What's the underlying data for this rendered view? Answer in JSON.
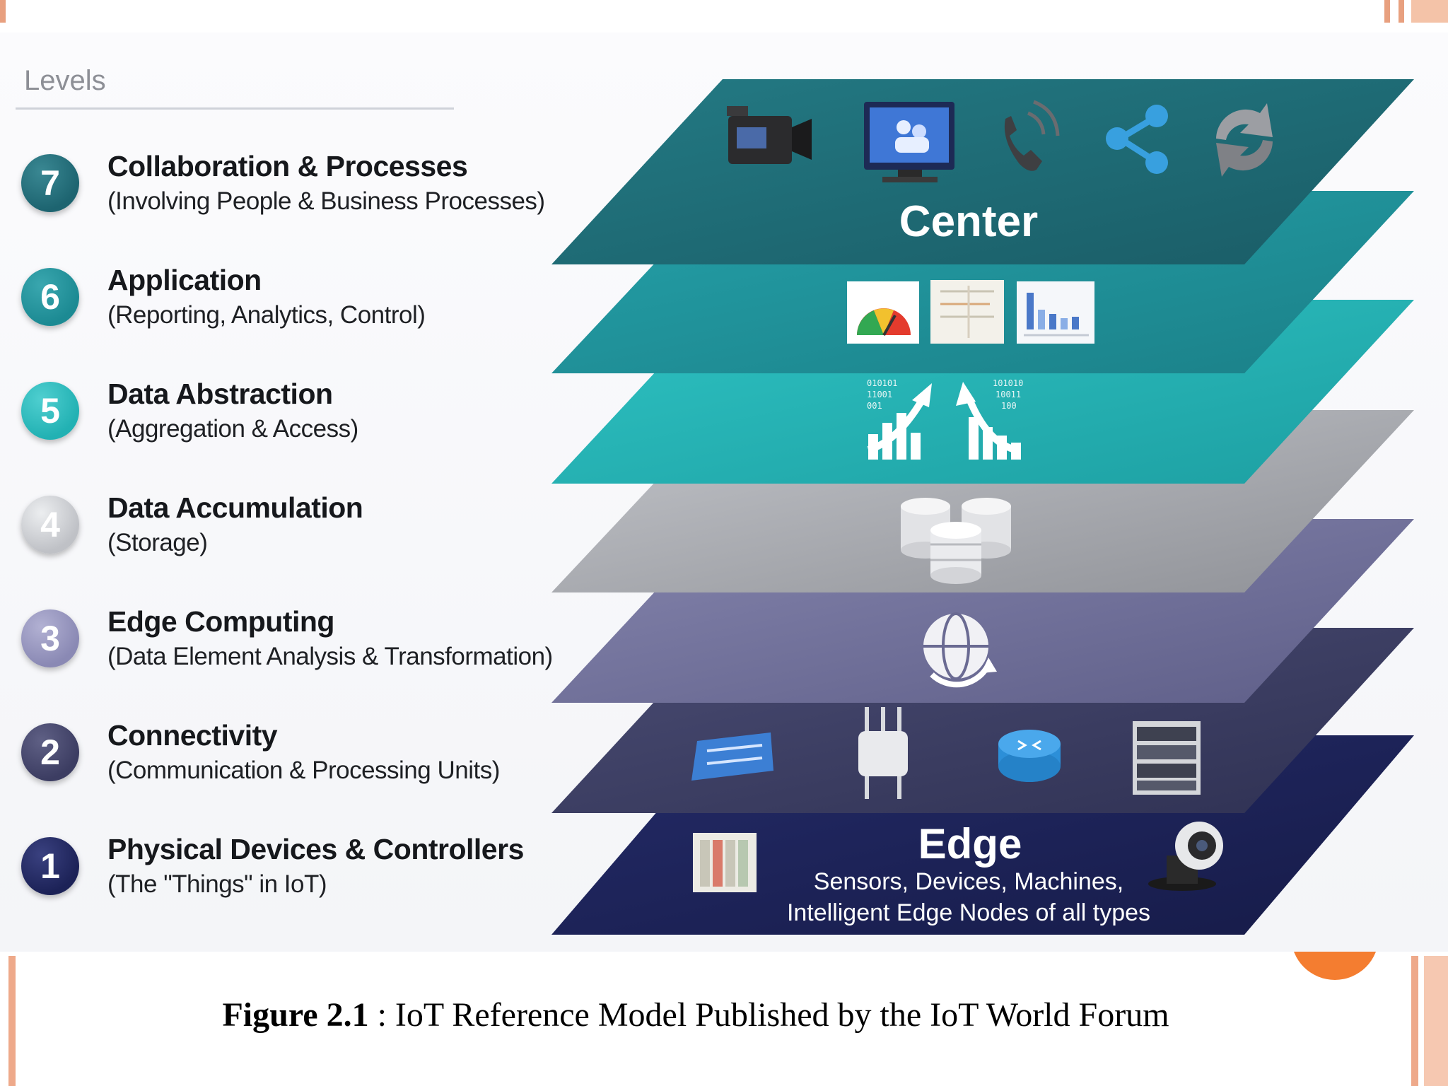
{
  "levels_heading": "Levels",
  "levels": [
    {
      "number": "7",
      "title": "Collaboration & Processes",
      "subtitle": "(Involving People & Business Processes)",
      "color": "#1d6470"
    },
    {
      "number": "6",
      "title": "Application",
      "subtitle": "(Reporting, Analytics, Control)",
      "color": "#1c8a93"
    },
    {
      "number": "5",
      "title": "Data Abstraction",
      "subtitle": "(Aggregation & Access)",
      "color": "#22b1b3"
    },
    {
      "number": "4",
      "title": "Data Accumulation",
      "subtitle": "(Storage)",
      "color": "#c7c9cd"
    },
    {
      "number": "3",
      "title": "Edge Computing",
      "subtitle": "(Data Element Analysis & Transformation)",
      "color": "#8a89b4"
    },
    {
      "number": "2",
      "title": "Connectivity",
      "subtitle": "(Communication & Processing Units)",
      "color": "#3c3d62"
    },
    {
      "number": "1",
      "title": "Physical Devices & Controllers",
      "subtitle": "(The \"Things\" in IoT)",
      "color": "#1c2257"
    }
  ],
  "stack": {
    "center_label": "Center",
    "edge_label": "Edge",
    "edge_line1": "Sensors, Devices, Machines,",
    "edge_line2": "Intelligent Edge Nodes of all types",
    "layer_colors": [
      "#1f6a73",
      "#1e8e96",
      "#23aeb0",
      "#a3a5ab",
      "#6f6f98",
      "#3a3c60",
      "#1b2154"
    ],
    "icons": {
      "layer7": [
        "video-camera-icon",
        "monitor-icon",
        "phone-icon",
        "share-icon",
        "sync-icon"
      ],
      "layer6": [
        "gauge-icon",
        "report-icon",
        "bar-chart-icon"
      ],
      "layer5": [
        "data-up-icon",
        "data-down-icon"
      ],
      "layer4": [
        "database-icon"
      ],
      "layer3": [
        "globe-sync-icon"
      ],
      "layer2": [
        "switch-icon",
        "access-point-icon",
        "router-icon",
        "server-rack-icon"
      ],
      "layer1": [
        "controller-panel-icon",
        "ptz-camera-icon"
      ]
    }
  },
  "caption": {
    "label": "Figure 2.1",
    "text": " : IoT Reference Model Published by the IoT World Forum"
  }
}
